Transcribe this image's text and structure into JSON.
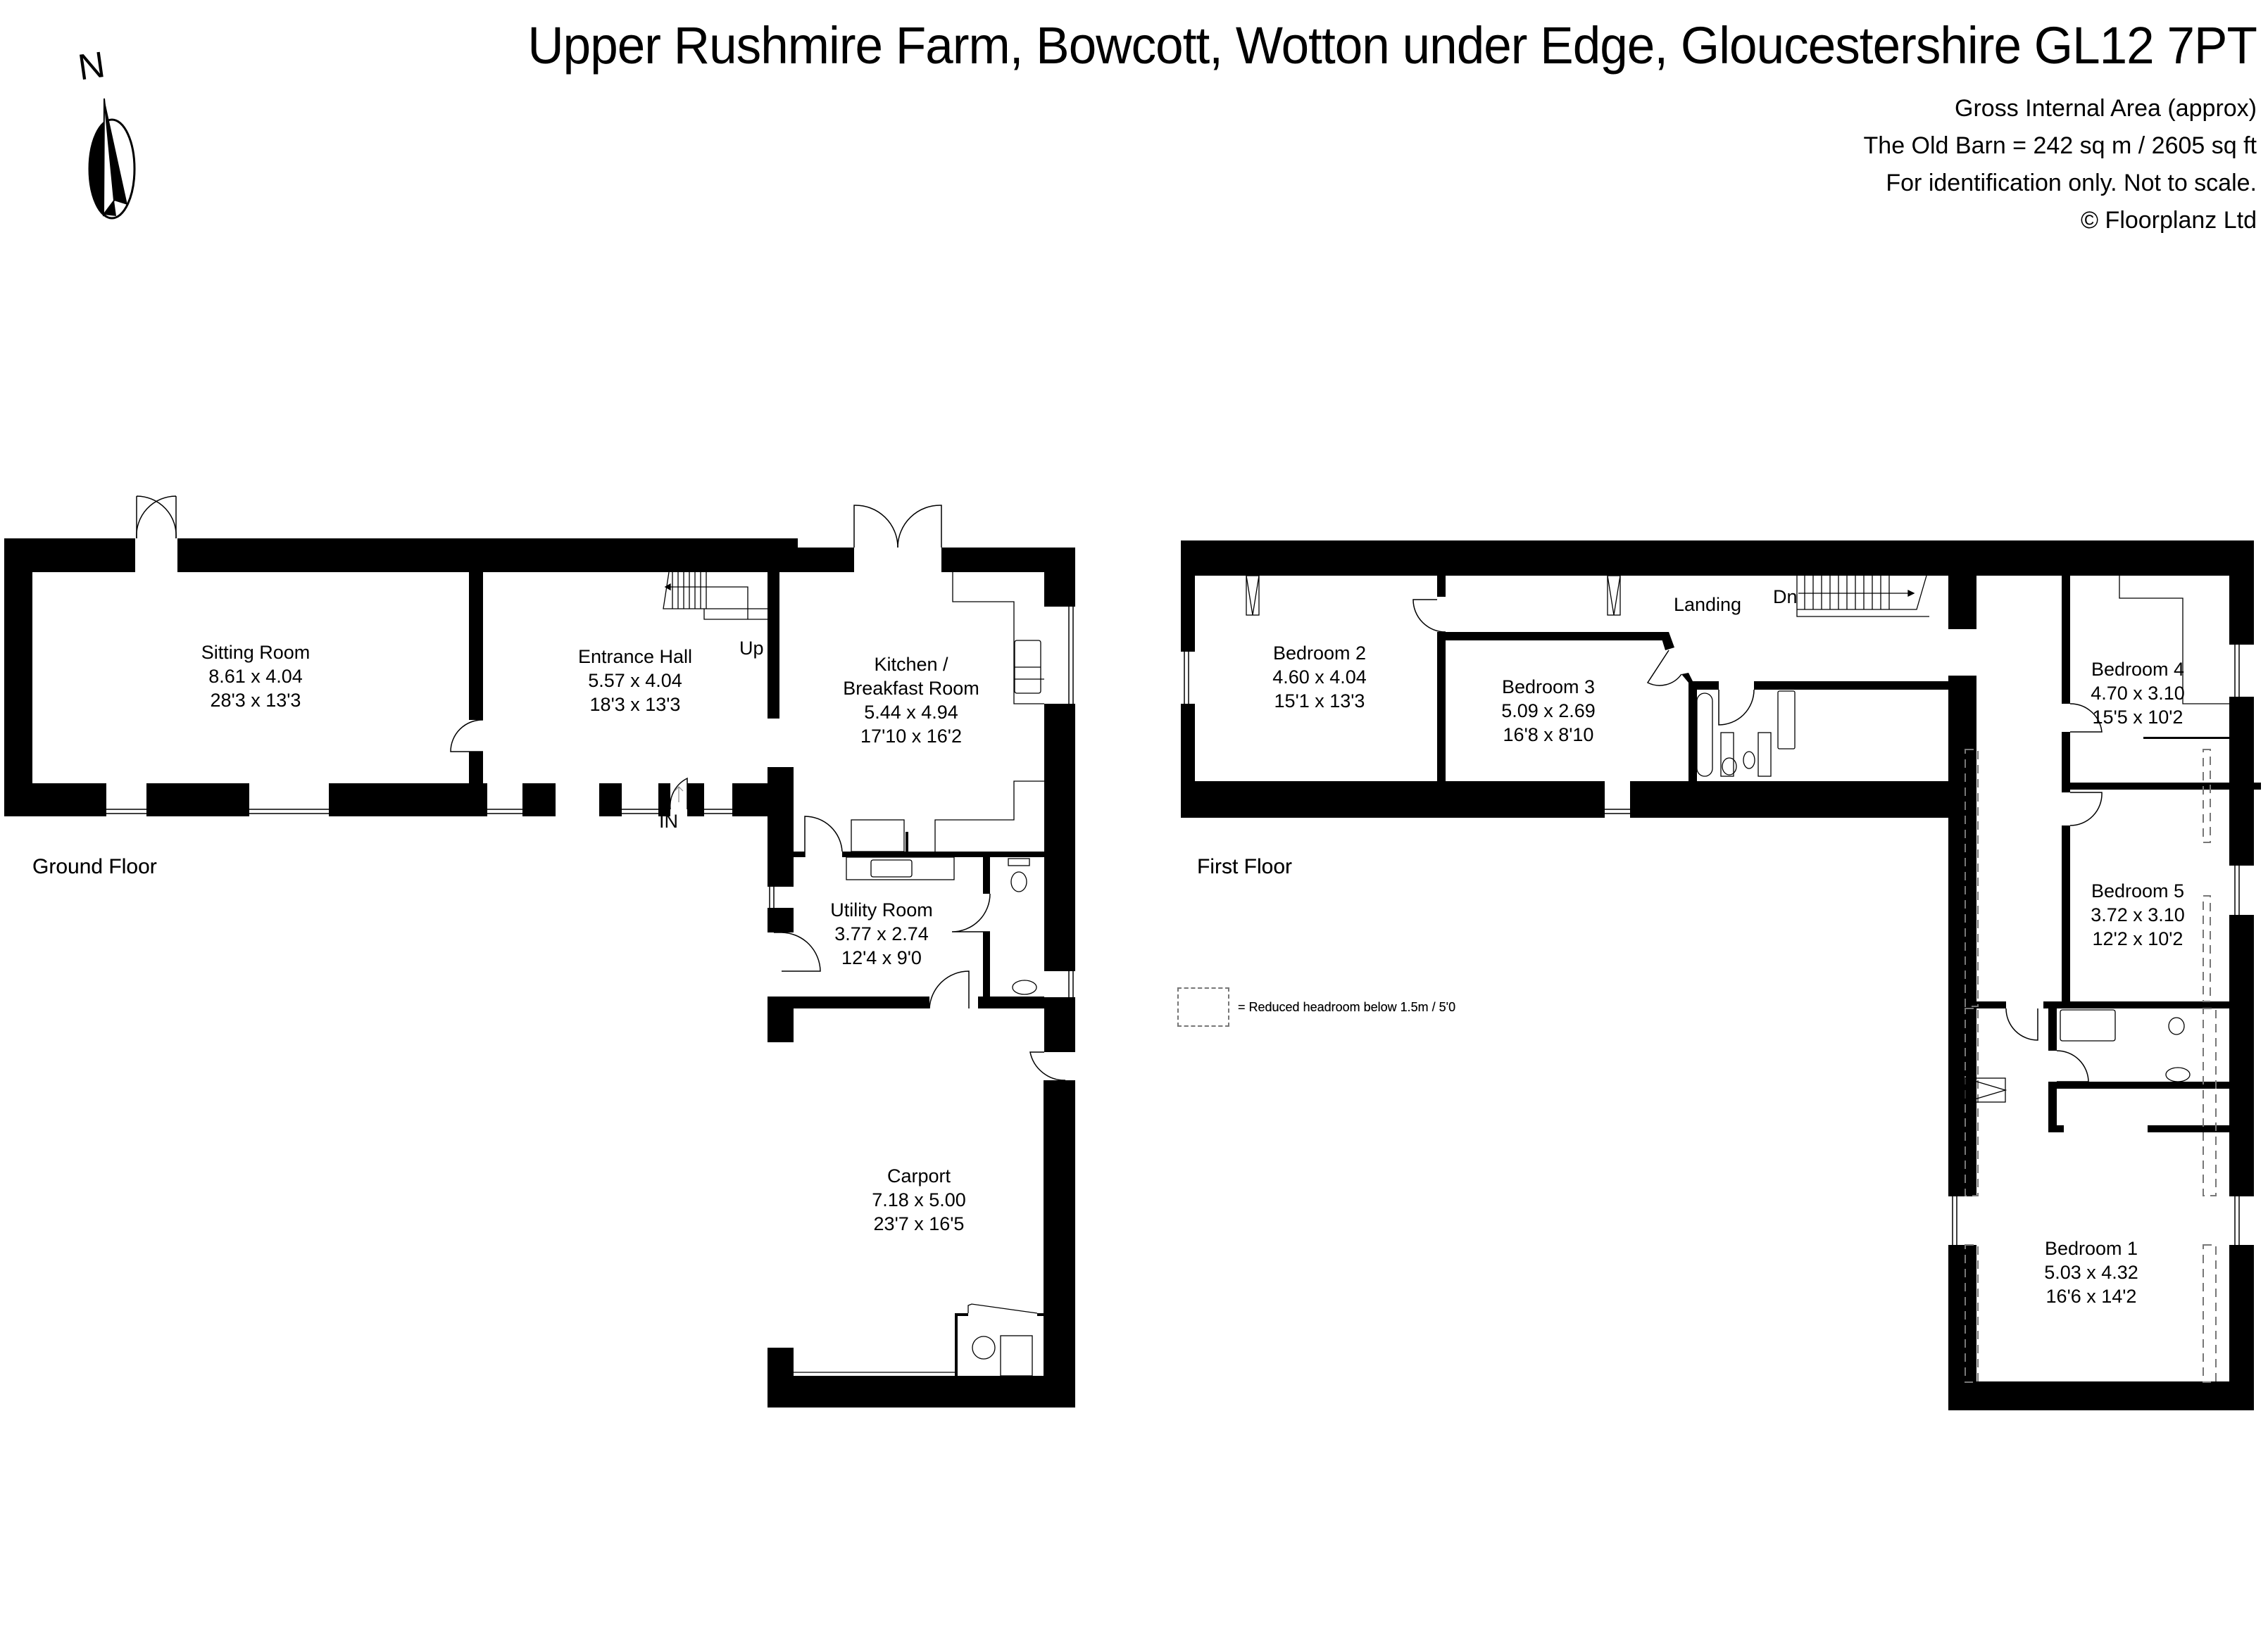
{
  "header": {
    "title": "Upper Rushmire Farm, Bowcott, Wotton under Edge, Gloucestershire GL12 7PT",
    "info_lines": [
      "Gross Internal Area (approx)",
      "The Old Barn = 242 sq m / 2605 sq ft",
      "For identification only. Not to scale.",
      "© Floorplanz Ltd"
    ]
  },
  "compass": {
    "label": "N",
    "icon": "north-arrow-icon"
  },
  "colors": {
    "wall": "#000000",
    "background": "#ffffff",
    "reduced_headroom_dash": "#777777"
  },
  "legend": {
    "text": "= Reduced headroom below 1.5m / 5'0"
  },
  "ground_floor": {
    "label": "Ground Floor",
    "markers": {
      "stairs_up": "Up",
      "entrance": "IN"
    },
    "rooms": [
      {
        "name": "Sitting Room",
        "metric": "8.61 x 4.04",
        "imperial": "28'3 x 13'3"
      },
      {
        "name": "Entrance Hall",
        "metric": "5.57 x 4.04",
        "imperial": "18'3 x 13'3"
      },
      {
        "name": "Kitchen /",
        "name2": "Breakfast Room",
        "metric": "5.44 x 4.94",
        "imperial": "17'10 x 16'2"
      },
      {
        "name": "Utility Room",
        "metric": "3.77 x 2.74",
        "imperial": "12'4 x 9'0"
      },
      {
        "name": "Carport",
        "metric": "7.18 x 5.00",
        "imperial": "23'7 x 16'5"
      }
    ]
  },
  "first_floor": {
    "label": "First Floor",
    "markers": {
      "landing": "Landing",
      "stairs_down": "Dn"
    },
    "rooms": [
      {
        "name": "Bedroom 2",
        "metric": "4.60 x 4.04",
        "imperial": "15'1 x 13'3"
      },
      {
        "name": "Bedroom 3",
        "metric": "5.09 x 2.69",
        "imperial": "16'8 x 8'10"
      },
      {
        "name": "Bedroom 4",
        "metric": "4.70 x 3.10",
        "imperial": "15'5 x 10'2"
      },
      {
        "name": "Bedroom 5",
        "metric": "3.72 x 3.10",
        "imperial": "12'2 x 10'2"
      },
      {
        "name": "Bedroom 1",
        "metric": "5.03 x 4.32",
        "imperial": "16'6 x 14'2"
      }
    ]
  }
}
